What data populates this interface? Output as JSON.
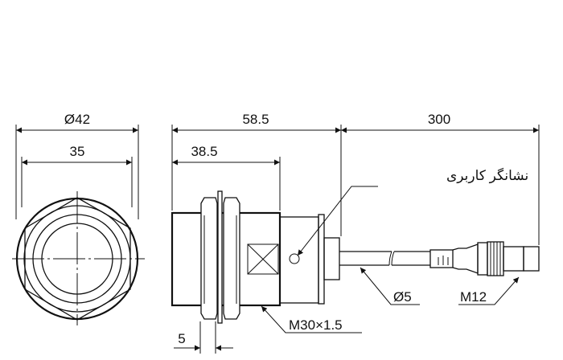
{
  "dimensions": {
    "front_outer_diameter": "Ø42",
    "front_hex_width": "35",
    "overall_body_length": "58.5",
    "thread_length": "38.5",
    "cable_length": "300",
    "nut_thickness": "5"
  },
  "callouts": {
    "user_indicator": "نشانگر کاربری",
    "thread": "M30×1.5",
    "cable_diameter": "Ø5",
    "connector": "M12"
  }
}
